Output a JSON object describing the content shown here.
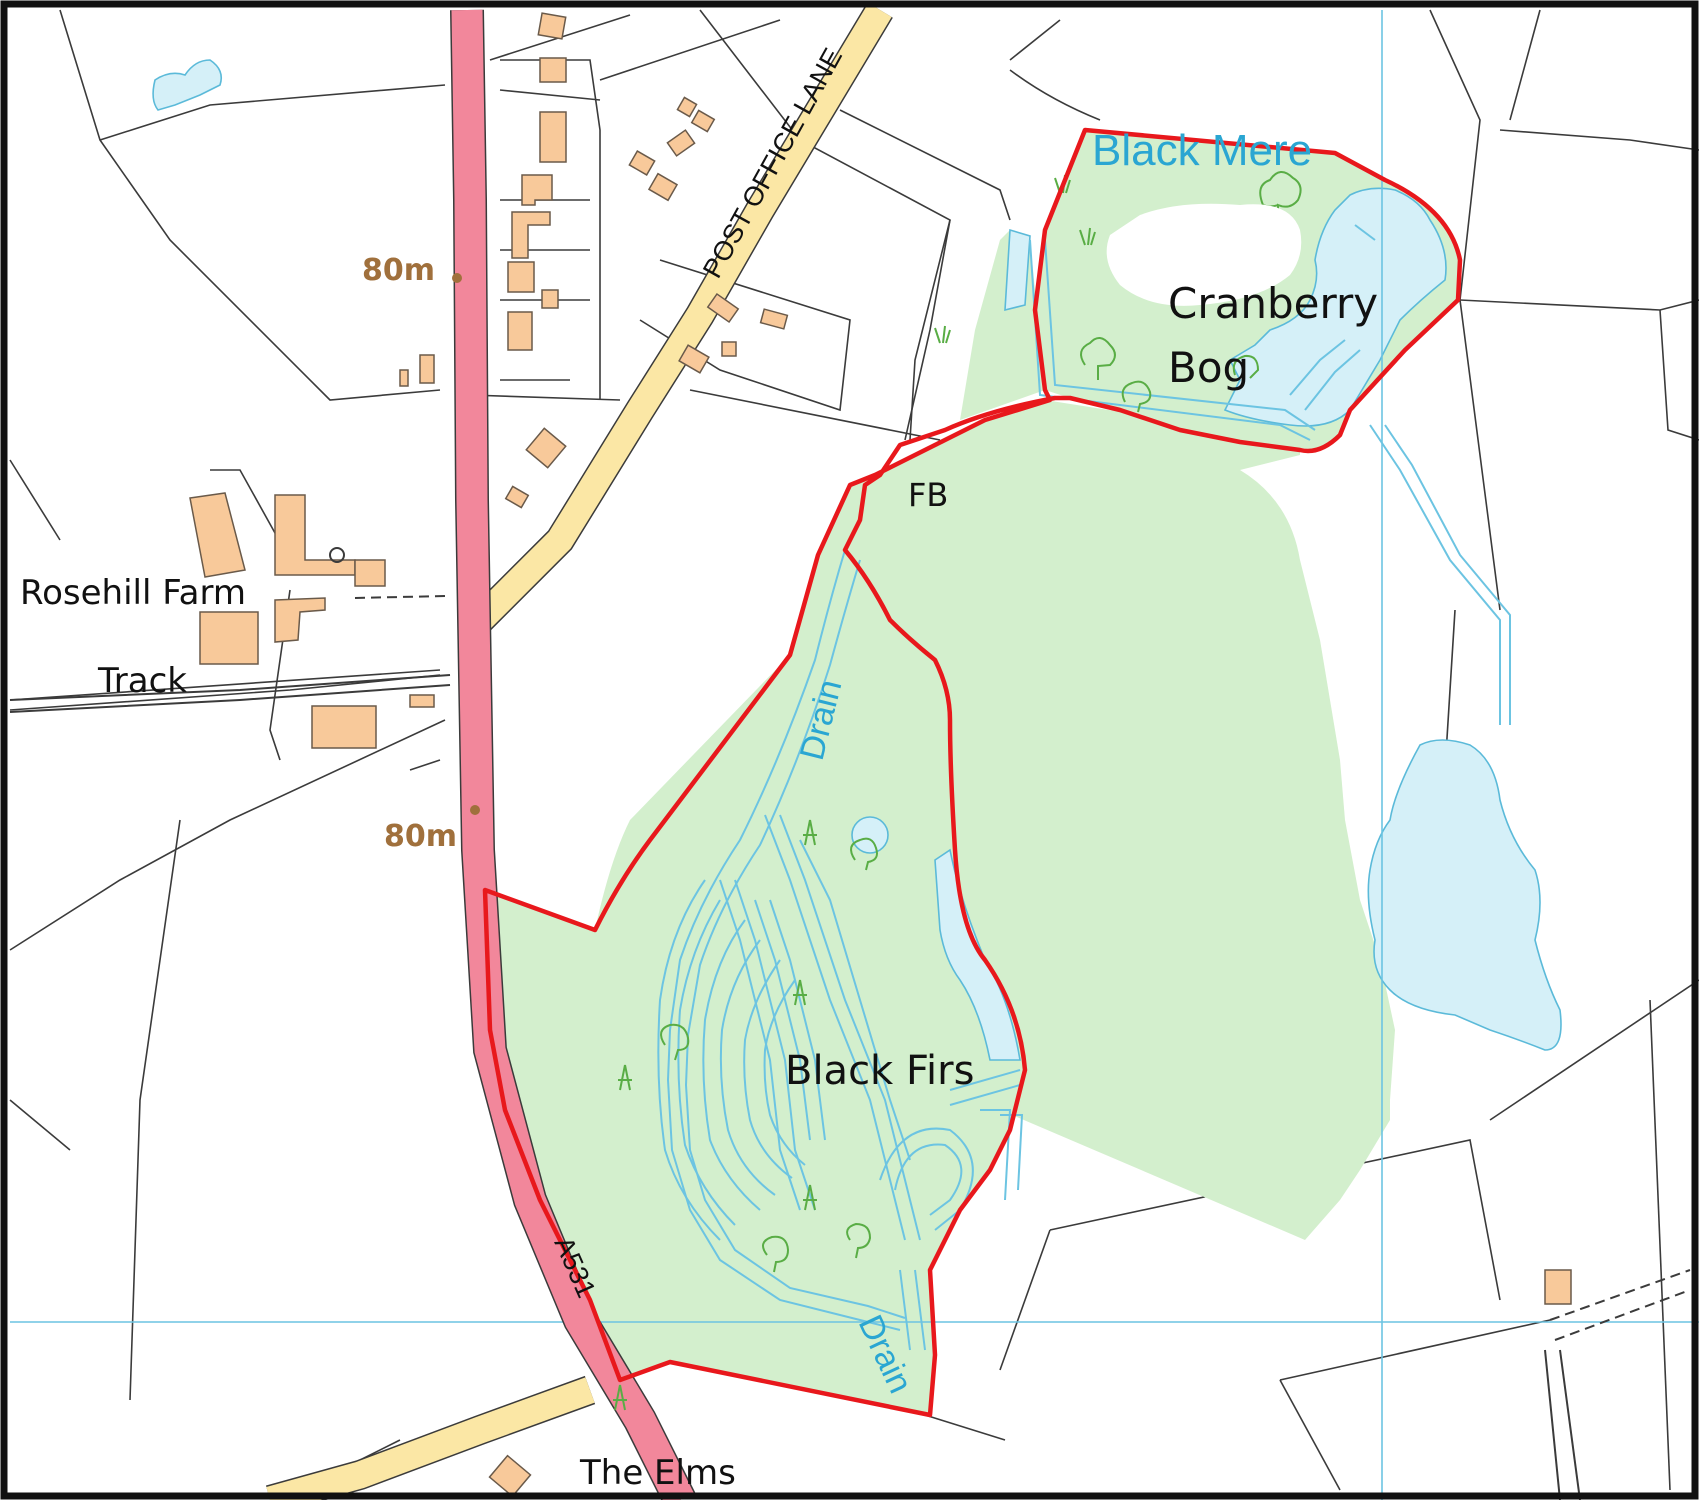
{
  "map": {
    "labels": {
      "black_mere": "Black Mere",
      "cranberry": "Cranberry",
      "bog": "Bog",
      "fb": "FB",
      "drain_north": "Drain",
      "drain_south": "Drain",
      "black_firs": "Black Firs",
      "rosehill_farm": "Rosehill Farm",
      "track": "Track",
      "the_elms": "The Elms",
      "post_office_lane": "POST OFFICE LANE",
      "road_number": "A531",
      "height_1": "80m",
      "height_2": "80m"
    },
    "colors": {
      "boundary": "#e8181c",
      "woodland": "#d3efcd",
      "water": "#d5f0f8",
      "water_outline": "#5bbad9",
      "a_road": "#f2879b",
      "minor_road": "#fbe7a5",
      "building": "#f8c99a",
      "height_label": "#a0703c",
      "grid_line": "#6cc4e2"
    }
  }
}
